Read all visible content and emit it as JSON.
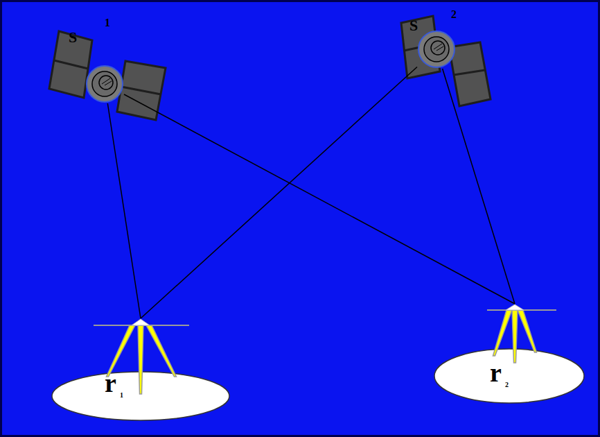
{
  "diagram": {
    "nodes": [
      {
        "text": [
          "S",
          "1"
        ]
      },
      {
        "text": [
          "S",
          "2"
        ]
      },
      {
        "text": [
          "r",
          "1"
        ]
      },
      {
        "text": [
          "r",
          "2"
        ]
      }
    ],
    "edges": [
      {
        "from": 0,
        "to": 2,
        "arrow": "none"
      },
      {
        "from": 0,
        "to": 3,
        "arrow": "none"
      },
      {
        "from": 1,
        "to": 2,
        "arrow": "none"
      },
      {
        "from": 1,
        "to": 3,
        "arrow": "none"
      }
    ]
  }
}
